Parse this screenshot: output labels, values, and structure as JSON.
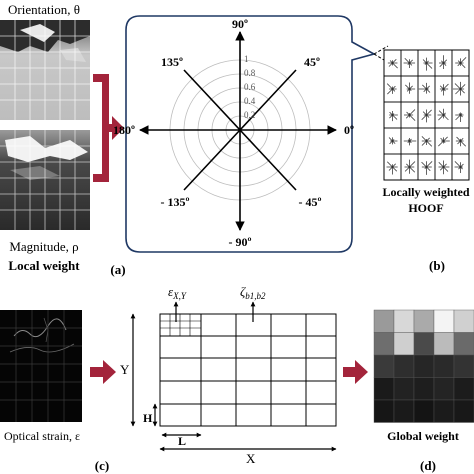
{
  "panel_a": {
    "orientation_label": "Orientation, θ",
    "magnitude_label": "Magnitude, ρ",
    "local_weight_label": "Local weight",
    "tag": "(a)"
  },
  "polar": {
    "angles": {
      "a90": "90º",
      "a45": "45º",
      "a135": "135º",
      "a180": "180º",
      "a0": "0º",
      "am135": "- 135º",
      "am45": "- 45º",
      "am90": "- 90º"
    },
    "ticks": [
      "1",
      "0.8",
      "0.6",
      "0.4",
      "0.2"
    ]
  },
  "panel_b": {
    "caption_line1": "Locally weighted",
    "caption_line2": "HOOF",
    "tag": "(b)"
  },
  "panel_c": {
    "strain_label": "Optical strain, ε",
    "tag": "(c)"
  },
  "grid_diagram": {
    "eps_label": "ε",
    "eps_sub": "X,Y",
    "zeta_label": "ζ",
    "zeta_sub": "b1,b2",
    "y_label": "Y",
    "x_label": "X",
    "h_label": "H",
    "l_label": "L"
  },
  "panel_d": {
    "global_weight_label": "Global weight",
    "tag": "(d)"
  },
  "colors": {
    "accent_arrow": "#a3243b",
    "bubble_border": "#1f3864"
  }
}
